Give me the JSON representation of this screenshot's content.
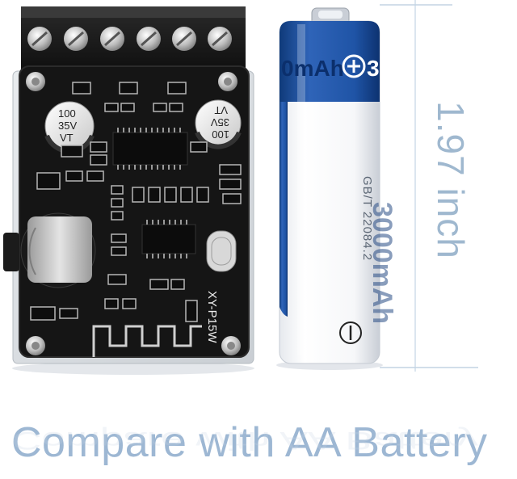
{
  "dimension": {
    "label": "1.97 inch"
  },
  "caption": {
    "text": "Compare with AA Battery"
  },
  "board": {
    "model": "XY-P15W",
    "capacitor_left": [
      "100",
      "35V",
      "VT"
    ],
    "capacitor_right": [
      "100",
      "35V",
      "VT"
    ]
  },
  "battery": {
    "capacity_visible": "0mAh",
    "plus_text": "30",
    "side_capacity": "3000mAh",
    "standard": "GB/T 22084.2"
  },
  "colors": {
    "caption": "#9db7d3",
    "dimension_line": "#b9cde0",
    "battery_blue": "#1c4f9c",
    "pcb": "#141414"
  }
}
